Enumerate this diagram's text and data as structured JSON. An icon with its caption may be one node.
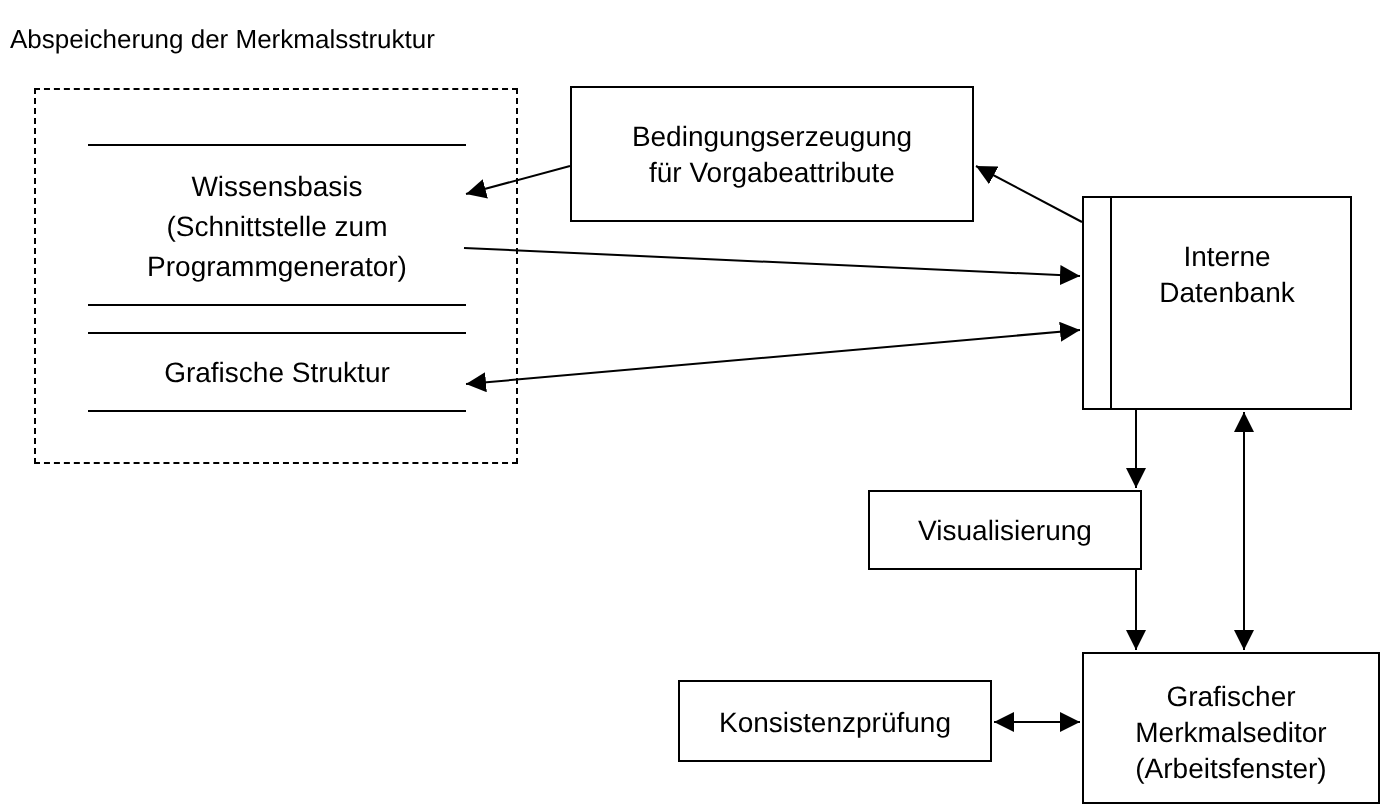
{
  "diagram": {
    "nodes": [
      {
        "text": [
          "Abspeicherung der Merkmalsstruktur"
        ]
      },
      {
        "text": [
          "Wissensbasis (Schnittstelle zum Programmgenerator)"
        ],
        "in": 0
      },
      {
        "text": [
          "Grafische Struktur"
        ],
        "in": 0
      },
      {
        "text": [
          "Bedingungserzeugung für Vorgabeattribute"
        ]
      },
      {
        "text": [
          "Interne Datenbank"
        ]
      },
      {
        "text": [
          "Visualisierung"
        ]
      },
      {
        "text": [
          "Grafischer Merkmalseditor (Arbeitsfenster)"
        ]
      },
      {
        "text": [
          "Konsistenzprüfung"
        ]
      }
    ],
    "edges": [
      {
        "from": 3,
        "to": 1,
        "arrow": "to"
      },
      {
        "from": 1,
        "to": 4,
        "arrow": "to"
      },
      {
        "from": 2,
        "to": 4,
        "arrow": "both"
      },
      {
        "from": 4,
        "to": 3,
        "arrow": "to"
      },
      {
        "from": 4,
        "to": 5,
        "arrow": "to"
      },
      {
        "from": 5,
        "to": 6,
        "arrow": "to"
      },
      {
        "from": 4,
        "to": 6,
        "arrow": "both"
      },
      {
        "from": 7,
        "to": 6,
        "arrow": "both"
      }
    ]
  }
}
